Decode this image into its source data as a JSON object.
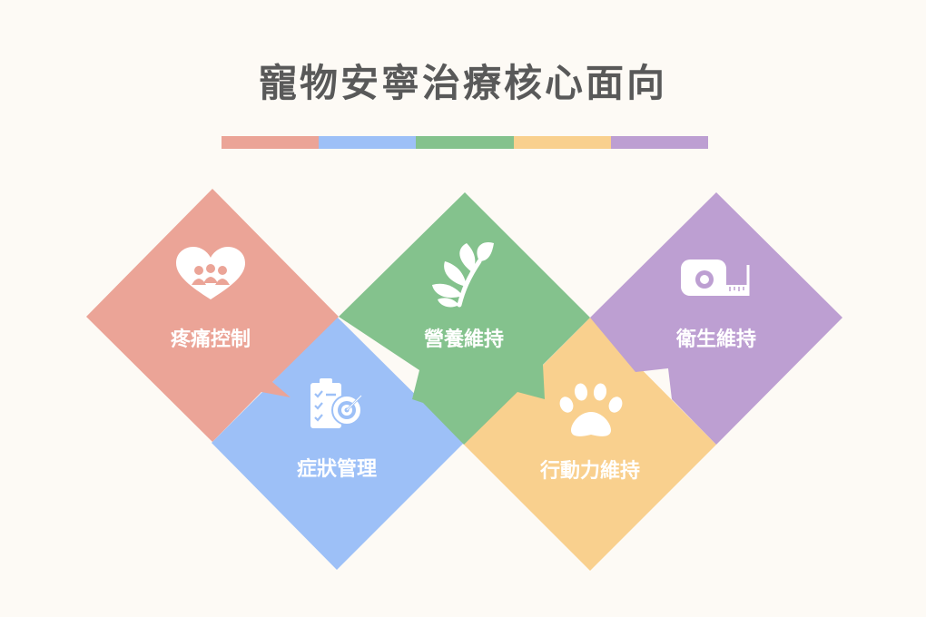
{
  "title": "寵物安寧治療核心面向",
  "color_bar": [
    "#eba497",
    "#9dc0f7",
    "#84c28d",
    "#f9d08e",
    "#bd9fd2"
  ],
  "aspects": [
    {
      "label": "疼痛控制",
      "color": "#eba497",
      "icon": "heart-people-icon"
    },
    {
      "label": "症狀管理",
      "color": "#9dc0f7",
      "icon": "checklist-target-icon"
    },
    {
      "label": "營養維持",
      "color": "#84c28d",
      "icon": "leaf-sprout-icon"
    },
    {
      "label": "行動力維持",
      "color": "#f9d08e",
      "icon": "paw-print-icon"
    },
    {
      "label": "衛生維持",
      "color": "#bd9fd2",
      "icon": "measuring-tape-icon"
    }
  ]
}
